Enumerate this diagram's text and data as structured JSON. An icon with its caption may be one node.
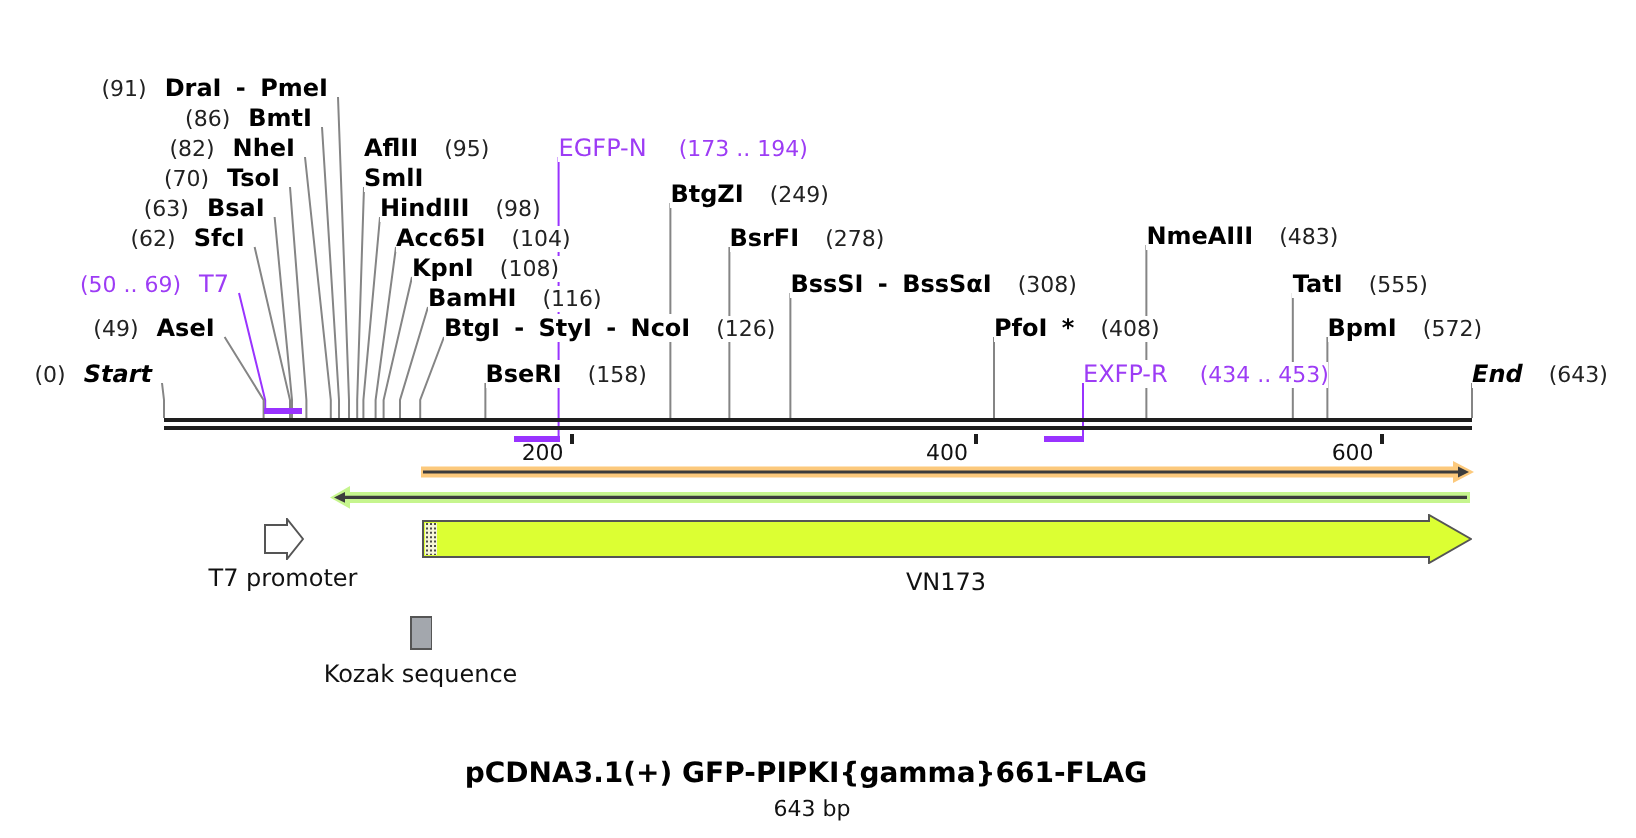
{
  "diagram": {
    "title": "pCDNA3.1(+) GFP-PIPKI{gamma}661-FLAG",
    "caption": "643 bp",
    "nodes": [
      {
        "text": [
          "(91)",
          "DraI - PmeI"
        ]
      },
      {
        "text": [
          "(86)",
          "BmtI"
        ]
      },
      {
        "text": [
          "(82)",
          "NheI"
        ]
      },
      {
        "text": [
          "AflII",
          "(95)",
          "SmlI"
        ]
      },
      {
        "text": [
          "EGFP-N",
          "(173 .. 194)"
        ]
      },
      {
        "text": [
          "(70)",
          "TsoI"
        ]
      },
      {
        "text": [
          "BtgZI",
          "(249)"
        ]
      },
      {
        "text": [
          "(63)",
          "BsaI"
        ]
      },
      {
        "text": [
          "HindIII",
          "(98)"
        ]
      },
      {
        "text": [
          "(62)",
          "SfcI"
        ]
      },
      {
        "text": [
          "Acc65I",
          "(104)"
        ]
      },
      {
        "text": [
          "BsrFI",
          "(278)"
        ]
      },
      {
        "text": [
          "NmeAIII",
          "(483)"
        ]
      },
      {
        "text": [
          "KpnI",
          "(108)"
        ]
      },
      {
        "text": [
          "(50 .. 69)",
          "T7"
        ]
      },
      {
        "text": [
          "BssSI - BssSαI",
          "(308)"
        ]
      },
      {
        "text": [
          "TatI",
          "(555)"
        ]
      },
      {
        "text": [
          "BamHI",
          "(116)"
        ]
      },
      {
        "text": [
          "(49)",
          "AseI"
        ]
      },
      {
        "text": [
          "BtgI - StyI - NcoI",
          "(126)"
        ]
      },
      {
        "text": [
          "PfoI *",
          "(408)"
        ]
      },
      {
        "text": [
          "BpmI",
          "(572)"
        ]
      },
      {
        "text": [
          "(0)",
          "Start"
        ]
      },
      {
        "text": [
          "BseRI",
          "(158)"
        ]
      },
      {
        "text": [
          "EXFP-R",
          "(434 .. 453)"
        ]
      },
      {
        "text": [
          "End",
          "(643)"
        ]
      },
      {
        "text": [],
        "shape": "bar"
      },
      {
        "text": [],
        "shape": "line"
      },
      {
        "text": [],
        "shape": "bar"
      },
      {
        "text": [],
        "shape": "bar"
      },
      {
        "text": [],
        "shape": "arrow",
        "beside": [
          "T7 promoter"
        ]
      },
      {
        "text": [],
        "shape": "arrow",
        "beside": [
          "VN173"
        ]
      },
      {
        "text": [],
        "shape": "box",
        "beside": [
          "Kozak sequence"
        ]
      }
    ],
    "edges": [
      {
        "from": 0,
        "to": 27,
        "arrow": "none"
      },
      {
        "from": 1,
        "to": 27,
        "arrow": "none"
      },
      {
        "from": 2,
        "to": 27,
        "arrow": "none"
      },
      {
        "from": 3,
        "to": 27,
        "arrow": "none"
      },
      {
        "from": 4,
        "to": 28,
        "arrow": "none",
        "color": "#9933ff"
      },
      {
        "from": 5,
        "to": 27,
        "arrow": "none"
      },
      {
        "from": 6,
        "to": 27,
        "arrow": "none"
      },
      {
        "from": 7,
        "to": 27,
        "arrow": "none"
      },
      {
        "from": 8,
        "to": 27,
        "arrow": "none"
      },
      {
        "from": 9,
        "to": 27,
        "arrow": "none"
      },
      {
        "from": 10,
        "to": 27,
        "arrow": "none"
      },
      {
        "from": 11,
        "to": 27,
        "arrow": "none"
      },
      {
        "from": 12,
        "to": 27,
        "arrow": "none"
      },
      {
        "from": 13,
        "to": 27,
        "arrow": "none"
      },
      {
        "from": 14,
        "to": 26,
        "arrow": "none",
        "color": "#9933ff"
      },
      {
        "from": 15,
        "to": 27,
        "arrow": "none"
      },
      {
        "from": 16,
        "to": 27,
        "arrow": "none"
      },
      {
        "from": 17,
        "to": 27,
        "arrow": "none"
      },
      {
        "from": 18,
        "to": 27,
        "arrow": "none"
      },
      {
        "from": 19,
        "to": 27,
        "arrow": "none"
      },
      {
        "from": 20,
        "to": 27,
        "arrow": "none"
      },
      {
        "from": 21,
        "to": 27,
        "arrow": "none"
      },
      {
        "from": 22,
        "to": 27,
        "arrow": "none"
      },
      {
        "from": 23,
        "to": 27,
        "arrow": "none"
      },
      {
        "from": 24,
        "to": 29,
        "arrow": "none",
        "color": "#9933ff"
      },
      {
        "from": 25,
        "to": 27,
        "arrow": "none"
      }
    ],
    "labels": [
      "200",
      "400",
      "600"
    ]
  }
}
